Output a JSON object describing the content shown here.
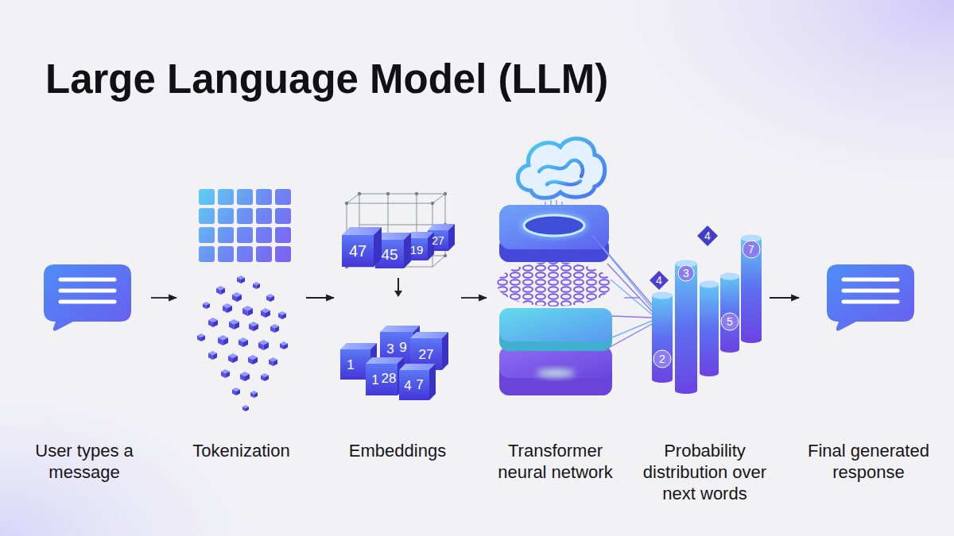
{
  "diagram": {
    "title": "Large Language Model (LLM)",
    "nodes": [
      {
        "text": [
          "User types a message"
        ]
      },
      {
        "text": [
          "Tokenization"
        ]
      },
      {
        "text": [
          "Embeddings"
        ]
      },
      {
        "text": [
          "Transformer neural network"
        ]
      },
      {
        "text": [
          "Probability distribution over next words"
        ]
      },
      {
        "text": [
          "Final generated response"
        ]
      }
    ],
    "edges": [
      {
        "from": 0,
        "to": 1,
        "arrow": "to"
      },
      {
        "from": 1,
        "to": 2,
        "arrow": "to"
      },
      {
        "from": 2,
        "to": 3,
        "arrow": "to"
      },
      {
        "from": 3,
        "to": 4,
        "arrow": "none"
      },
      {
        "from": 4,
        "to": 5,
        "arrow": "to"
      }
    ],
    "labels": [
      "47",
      "45",
      "19",
      "27",
      "3",
      "9",
      "1",
      "1",
      "28",
      "27",
      "4",
      "7",
      "4",
      "4",
      "3",
      "7",
      "5",
      "2"
    ]
  }
}
